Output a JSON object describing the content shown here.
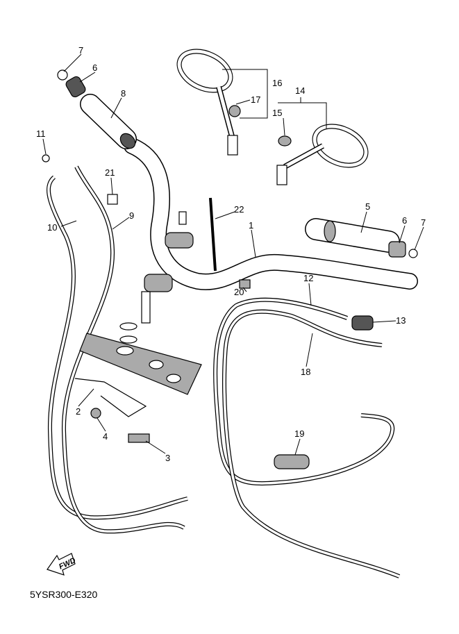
{
  "diagram": {
    "code": "5YSR300-E320",
    "fwd_label": "FWD",
    "callouts": [
      "7",
      "6",
      "8",
      "16",
      "17",
      "14",
      "15",
      "11",
      "21",
      "9",
      "10",
      "22",
      "1",
      "5",
      "6",
      "7",
      "12",
      "20",
      "13",
      "18",
      "2",
      "4",
      "3",
      "19"
    ]
  }
}
